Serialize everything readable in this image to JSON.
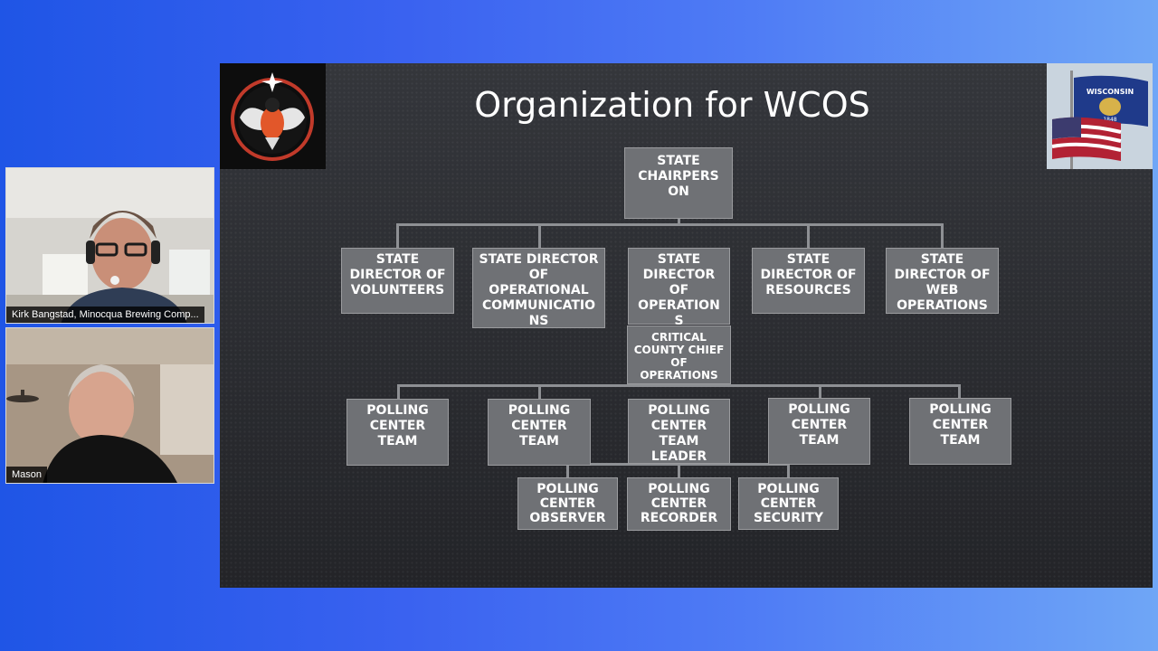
{
  "participants": [
    {
      "name": "Kirk Bangstad, Minocqua Brewing Comp..."
    },
    {
      "name": "Mason"
    }
  ],
  "slide": {
    "title": "Organization for WCOS",
    "flag_text": "WISCONSIN",
    "flag_year": "1848"
  },
  "org": {
    "chair": [
      "STATE",
      "CHAIRPERS",
      "ON"
    ],
    "directors": [
      [
        "STATE",
        "DIRECTOR OF",
        "VOLUNTEERS"
      ],
      [
        "STATE DIRECTOR",
        "OF",
        "OPERATIONAL",
        "COMMUNICATIO",
        "NS"
      ],
      [
        "STATE",
        "DIRECTOR",
        "OF",
        "OPERATION",
        "S"
      ],
      [
        "STATE",
        "DIRECTOR OF",
        "RESOURCES"
      ],
      [
        "STATE",
        "DIRECTOR OF",
        "WEB",
        "OPERATIONS"
      ]
    ],
    "county_chief": [
      "CRITICAL",
      "COUNTY CHIEF",
      "OF",
      "OPERATIONS"
    ],
    "teams": [
      [
        "POLLING",
        "CENTER",
        "TEAM"
      ],
      [
        "POLLING",
        "CENTER",
        "TEAM"
      ],
      [
        "POLLING",
        "CENTER",
        "TEAM",
        "LEADER"
      ],
      [
        "POLLING",
        "CENTER",
        "TEAM"
      ],
      [
        "POLLING",
        "CENTER",
        "TEAM"
      ]
    ],
    "roles": [
      [
        "POLLING",
        "CENTER",
        "OBSERVER"
      ],
      [
        "POLLING",
        "CENTER",
        "RECORDER"
      ],
      [
        "POLLING",
        "CENTER",
        "SECURITY"
      ]
    ]
  }
}
